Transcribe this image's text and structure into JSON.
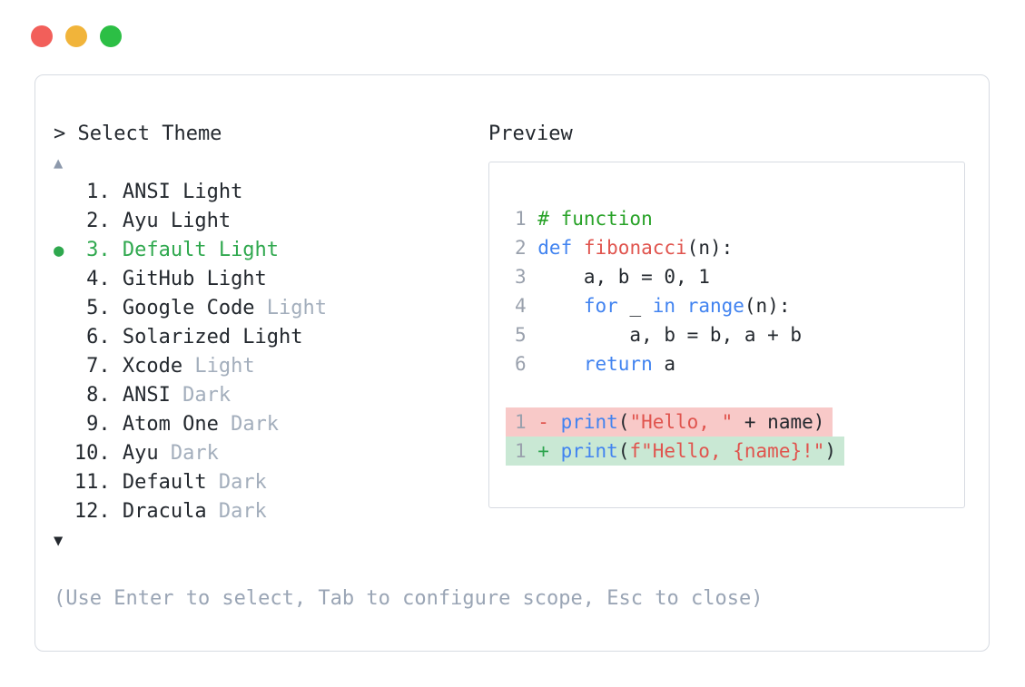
{
  "window": {
    "traffic_lights": [
      {
        "name": "close",
        "color_key": "traffic_red"
      },
      {
        "name": "minimize",
        "color_key": "traffic_yellow"
      },
      {
        "name": "maximize",
        "color_key": "traffic_green"
      }
    ]
  },
  "prompt": {
    "text": "> Select Theme"
  },
  "scroll": {
    "up_symbol": "▲",
    "down_symbol": "▼"
  },
  "theme_list": {
    "selected_indicator": "●",
    "items": [
      {
        "number": "1",
        "label": "ANSI Light",
        "muted_suffix": "",
        "selected": false
      },
      {
        "number": "2",
        "label": "Ayu Light",
        "muted_suffix": "",
        "selected": false
      },
      {
        "number": "3",
        "label": "Default Light",
        "muted_suffix": "",
        "selected": true
      },
      {
        "number": "4",
        "label": "GitHub Light",
        "muted_suffix": "",
        "selected": false
      },
      {
        "number": "5",
        "label": "Google Code",
        "muted_suffix": " Light",
        "selected": false
      },
      {
        "number": "6",
        "label": "Solarized Light",
        "muted_suffix": "",
        "selected": false
      },
      {
        "number": "7",
        "label": "Xcode",
        "muted_suffix": " Light",
        "selected": false
      },
      {
        "number": "8",
        "label": "ANSI",
        "muted_suffix": " Dark",
        "selected": false
      },
      {
        "number": "9",
        "label": "Atom One",
        "muted_suffix": " Dark",
        "selected": false
      },
      {
        "number": "10",
        "label": "Ayu",
        "muted_suffix": " Dark",
        "selected": false
      },
      {
        "number": "11",
        "label": "Default",
        "muted_suffix": " Dark",
        "selected": false
      },
      {
        "number": "12",
        "label": "Dracula",
        "muted_suffix": " Dark",
        "selected": false
      }
    ]
  },
  "preview": {
    "label": "Preview",
    "code_lines": [
      {
        "num": "1",
        "tokens": [
          {
            "t": "comment",
            "v": "# function"
          }
        ]
      },
      {
        "num": "2",
        "tokens": [
          {
            "t": "keyword",
            "v": "def"
          },
          {
            "t": "plain",
            "v": " "
          },
          {
            "t": "func",
            "v": "fibonacci"
          },
          {
            "t": "plain",
            "v": "(n):"
          }
        ]
      },
      {
        "num": "3",
        "tokens": [
          {
            "t": "plain",
            "v": "    a, b = 0, 1"
          }
        ]
      },
      {
        "num": "4",
        "tokens": [
          {
            "t": "plain",
            "v": "    "
          },
          {
            "t": "keyword",
            "v": "for"
          },
          {
            "t": "plain",
            "v": " _ "
          },
          {
            "t": "keyword",
            "v": "in"
          },
          {
            "t": "plain",
            "v": " "
          },
          {
            "t": "keyword",
            "v": "range"
          },
          {
            "t": "plain",
            "v": "(n):"
          }
        ]
      },
      {
        "num": "5",
        "tokens": [
          {
            "t": "plain",
            "v": "        a, b = b, a + b"
          }
        ]
      },
      {
        "num": "6",
        "tokens": [
          {
            "t": "plain",
            "v": "    "
          },
          {
            "t": "keyword",
            "v": "return"
          },
          {
            "t": "plain",
            "v": " a"
          }
        ]
      }
    ],
    "diff_lines": [
      {
        "num": "1",
        "kind": "removed",
        "tokens": [
          {
            "t": "del",
            "v": " - "
          },
          {
            "t": "keyword",
            "v": "print"
          },
          {
            "t": "plain",
            "v": "("
          },
          {
            "t": "string",
            "v": "\"Hello, \""
          },
          {
            "t": "plain",
            "v": " + name)"
          }
        ]
      },
      {
        "num": "1",
        "kind": "added",
        "tokens": [
          {
            "t": "add",
            "v": " + "
          },
          {
            "t": "keyword",
            "v": "print"
          },
          {
            "t": "plain",
            "v": "("
          },
          {
            "t": "string",
            "v": "f\"Hello, {name}!\""
          },
          {
            "t": "plain",
            "v": ")"
          }
        ]
      }
    ]
  },
  "footer": {
    "hint": "(Use Enter to select, Tab to configure scope, Esc to close)"
  },
  "colors": {
    "text": "#23282e",
    "muted": "#a3aebc",
    "hint": "#9aa5b5",
    "line_number": "#9aa1ad",
    "selected": "#2fa84e",
    "comment": "#28a228",
    "keyword": "#4183f0",
    "func_string": "#e0544e",
    "del_sign": "#e0544e",
    "add_sign": "#2da44e",
    "del_bg": "#f8c9c8",
    "add_bg": "#c9e8d4",
    "border": "#d7dbe2",
    "up_arrow": "#8d99ac",
    "traffic_red": "#f25f5a",
    "traffic_yellow": "#f1b43a",
    "traffic_green": "#2cbf45"
  }
}
